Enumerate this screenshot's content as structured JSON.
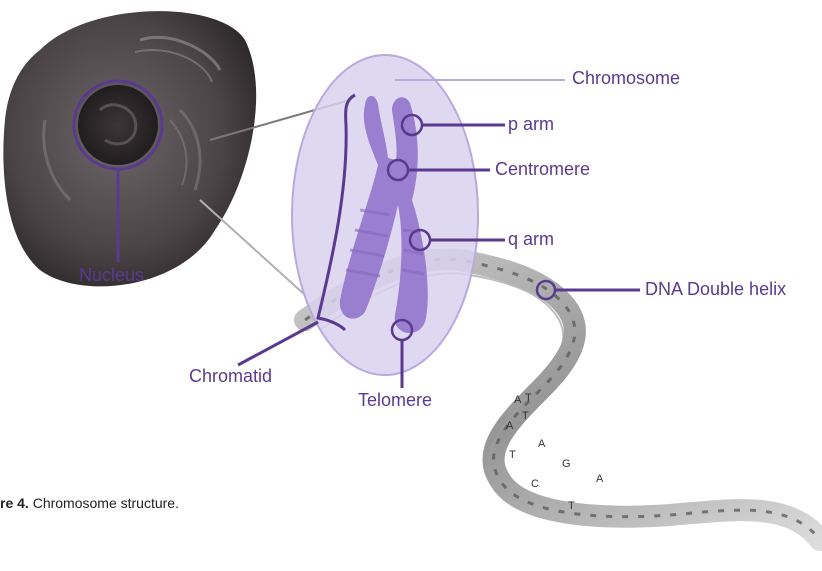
{
  "labels": {
    "chromosome": "Chromosome",
    "p_arm": "p arm",
    "centromere": "Centromere",
    "q_arm": "q arm",
    "dna": "DNA Double helix",
    "nucleus": "Nucleus",
    "chromatid": "Chromatid",
    "telomere": "Telomere"
  },
  "caption": {
    "prefix": "re 4.",
    "text": " Chromosome structure."
  },
  "bases": [
    "A",
    "T",
    "T",
    "A",
    "A",
    "G",
    "T",
    "A",
    "C",
    "T"
  ],
  "colors": {
    "accent": "#5a3a8e",
    "chromosome_fill": "#9a7fd0",
    "ellipse_fill": "#d9d1ee",
    "cell": "#4a4446"
  }
}
